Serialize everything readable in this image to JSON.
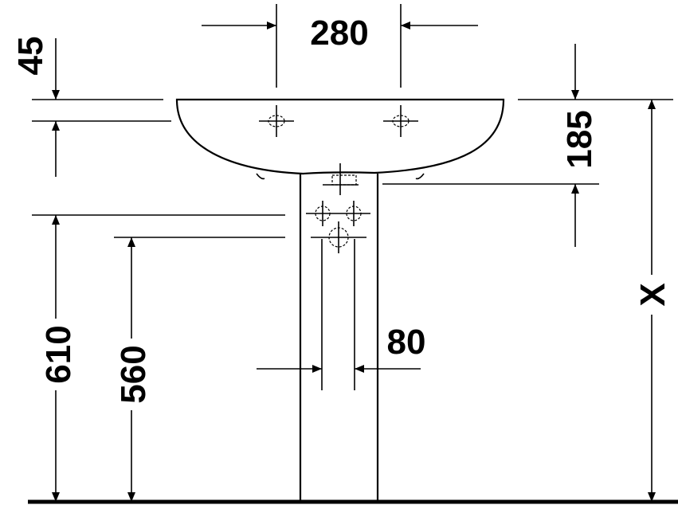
{
  "drawing": {
    "dimensions": {
      "tap_spacing": "280",
      "rim_thickness": "45",
      "basin_depth": "185",
      "rim_height": "X",
      "height_610": "610",
      "height_560": "560",
      "width_80": "80"
    },
    "line_color": "#000000"
  }
}
